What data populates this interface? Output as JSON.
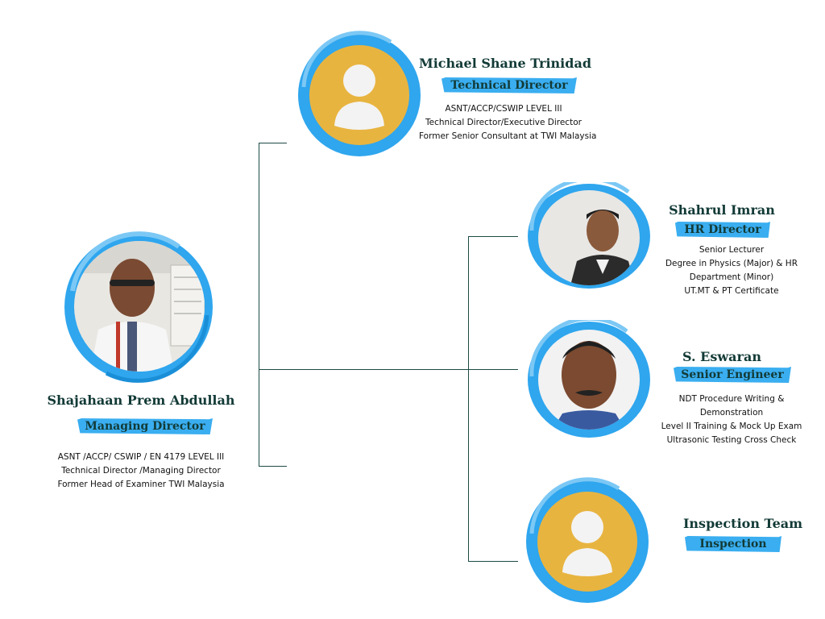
{
  "colors": {
    "accent": "#3aaef0",
    "avatar_fill": "#e8b440",
    "line": "#1d4a45",
    "name_text": "#123a36"
  },
  "managing_director": {
    "name": "Shajahaan Prem Abdullah",
    "role": "Managing Director",
    "details": [
      "ASNT /ACCP/ CSWIP / EN 4179 LEVEL III",
      "Technical Director /Managing Director",
      "Former Head of Examiner TWI Malaysia"
    ]
  },
  "technical_director": {
    "name": "Michael Shane Trinidad",
    "role": "Technical Director",
    "details": [
      "ASNT/ACCP/CSWIP LEVEL III",
      "Technical Director/Executive Director",
      "Former Senior Consultant at TWI Malaysia"
    ]
  },
  "hr_director": {
    "name": "Shahrul Imran",
    "role": "HR Director",
    "details": [
      "Senior Lecturer",
      "Degree in Physics (Major) & HR",
      "Department (Minor)",
      "UT.MT & PT Certificate"
    ]
  },
  "senior_engineer": {
    "name": "S. Eswaran",
    "role": "Senior Engineer",
    "details": [
      "NDT Procedure Writing &",
      "Demonstration",
      "Level II Training & Mock Up Exam",
      "Ultrasonic Testing Cross Check"
    ]
  },
  "inspection_team": {
    "name": "Inspection Team",
    "role": "Inspection"
  }
}
